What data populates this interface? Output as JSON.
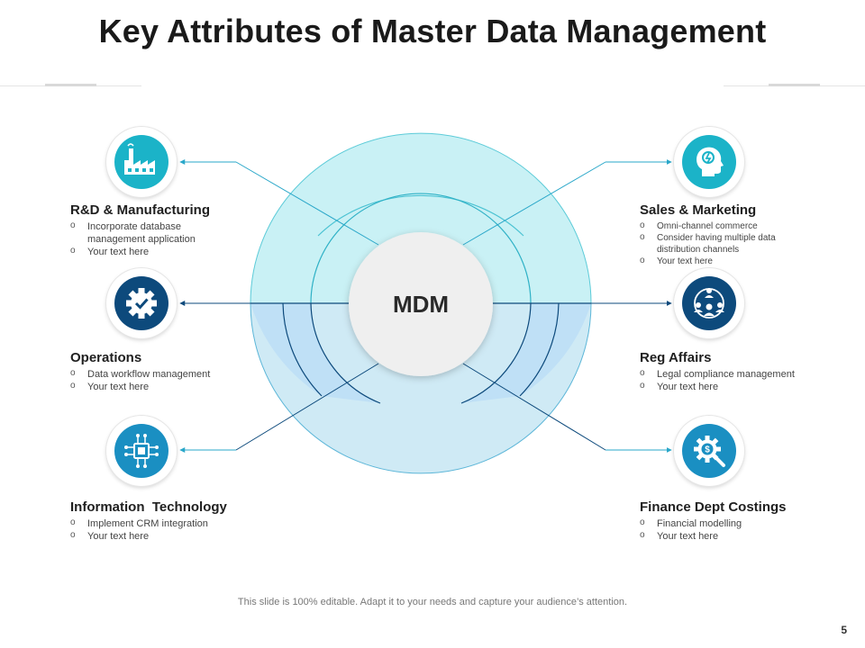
{
  "title": "Key Attributes of Master Data Management",
  "center": {
    "label": "MDM"
  },
  "colors": {
    "upper_fill": "#c9f1f5",
    "lower_fill": "#c0e3f6",
    "teal": "#1bb3c8",
    "navy": "#0d4a7c",
    "blue": "#1a8fc2"
  },
  "items": {
    "rd": {
      "title": "R&D & Manufacturing",
      "icon": "factory-icon",
      "bullets": [
        "Incorporate database management application",
        "Your  text here"
      ]
    },
    "operations": {
      "title": "Operations",
      "icon": "gear-check-icon",
      "bullets": [
        "Data workflow management",
        "Your  text here"
      ]
    },
    "it": {
      "title": "Information  Technology",
      "icon": "circuit-chip-icon",
      "bullets": [
        "Implement CRM integration",
        "Your  text here"
      ]
    },
    "sales": {
      "title": "Sales & Marketing",
      "icon": "head-brain-icon",
      "bullets": [
        "Omni-channel commerce",
        "Consider having multiple data distribution channels",
        "Your  text here"
      ]
    },
    "reg": {
      "title": "Reg Affairs",
      "icon": "people-network-icon",
      "bullets": [
        "Legal compliance management",
        "Your  text here"
      ]
    },
    "finance": {
      "title": "Finance Dept Costings",
      "icon": "dollar-gear-search-icon",
      "bullets": [
        "Financial modelling",
        "Your  text here"
      ]
    }
  },
  "footer": "This slide is 100% editable. Adapt it to your needs and capture your audience’s attention.",
  "page_number": "5"
}
